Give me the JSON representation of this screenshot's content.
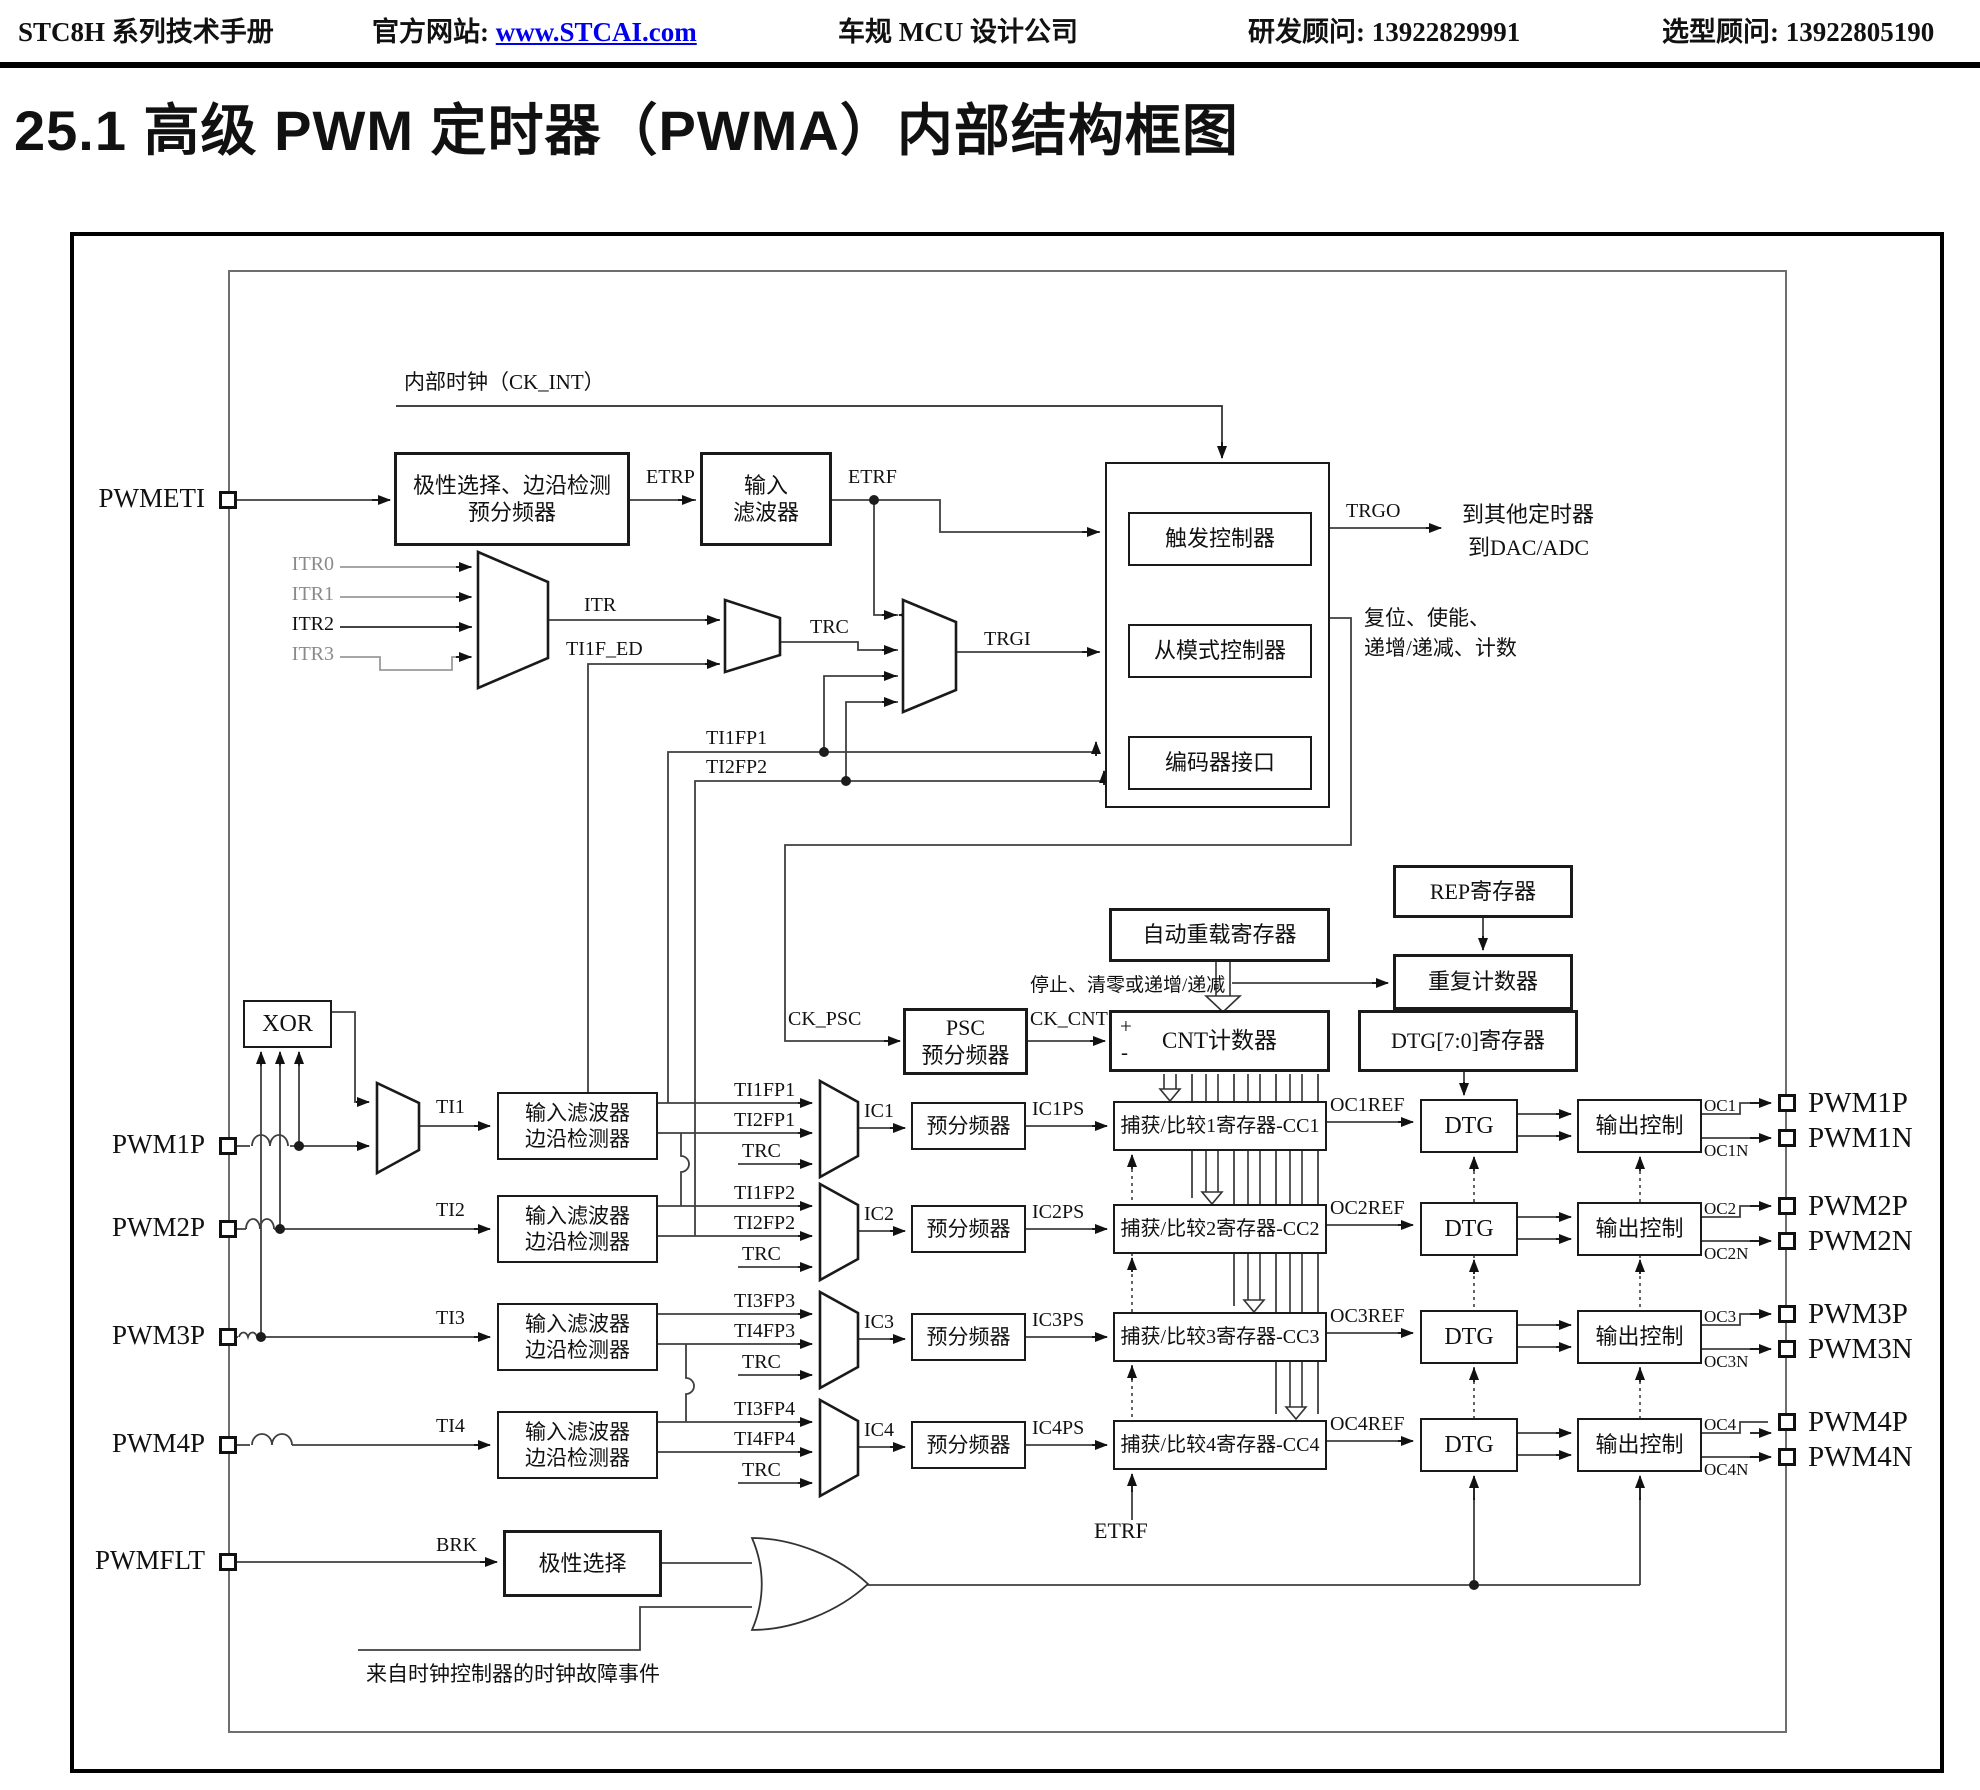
{
  "header": {
    "manual": "STC8H 系列技术手册",
    "website_label": "官方网站: ",
    "website": "www.STCAI.com",
    "company": "车规 MCU 设计公司",
    "rd_contact": "研发顾问: 13922829991",
    "sel_contact": "选型顾问: 13922805190"
  },
  "title": "25.1  高级 PWM 定时器（PWMA）内部结构框图",
  "colors": {
    "link": "#0000ee",
    "wire": "#3f3f3f",
    "gray_label": "#8a8a8a"
  },
  "ports_left": [
    "PWMETI",
    "PWM1P",
    "PWM2P",
    "PWM3P",
    "PWM4P",
    "PWMFLT"
  ],
  "top": {
    "ck_int": "内部时钟（CK_INT）",
    "polarity_l1": "极性选择、边沿检测",
    "polarity_l2": "预分频器",
    "etrp": "ETRP",
    "filter_l1": "输入",
    "filter_l2": "滤波器",
    "etrf": "ETRF",
    "itr0": "ITR0",
    "itr1": "ITR1",
    "itr2": "ITR2",
    "itr3": "ITR3",
    "itr": "ITR",
    "ti1f_ed": "TI1F_ED",
    "trc": "TRC",
    "trgi": "TRGI",
    "ti1fp1": "TI1FP1",
    "ti2fp2": "TI2FP2",
    "trigger_ctrl": "触发控制器",
    "slave_ctrl": "从模式控制器",
    "encoder_if": "编码器接口",
    "trgo": "TRGO",
    "to_timer": "到其他定时器",
    "to_dac": "到DAC/ADC",
    "reset_l1": "复位、使能、",
    "reset_l2": "递增/递减、计数"
  },
  "mid": {
    "xor": "XOR",
    "rep_reg": "REP寄存器",
    "repeat_counter": "重复计数器",
    "auto_reload": "自动重载寄存器",
    "stop_note": "停止、清零或递增/递减",
    "ck_psc": "CK_PSC",
    "psc_l1": "PSC",
    "psc_l2": "预分频器",
    "ck_cnt": "CK_CNT",
    "plus": "+",
    "minus": "-",
    "cnt": "CNT计数器",
    "dtg_reg": "DTG[7:0]寄存器",
    "etrf_bottom": "ETRF"
  },
  "channels": [
    {
      "ti": "TI1",
      "filter_l1": "输入滤波器",
      "filter_l2": "边沿检测器",
      "in1": "TI1FP1",
      "in2": "TI2FP1",
      "in3": "TRC",
      "ic": "IC1",
      "presc": "预分频器",
      "icps": "IC1PS",
      "cc": "捕获/比较1寄存器-CC1",
      "ocref": "OC1REF",
      "dtg": "DTG",
      "out": "输出控制",
      "oc": "OC1",
      "ocn": "OC1N",
      "port_p": "PWM1P",
      "port_n": "PWM1N"
    },
    {
      "ti": "TI2",
      "filter_l1": "输入滤波器",
      "filter_l2": "边沿检测器",
      "in1": "TI1FP2",
      "in2": "TI2FP2",
      "in3": "TRC",
      "ic": "IC2",
      "presc": "预分频器",
      "icps": "IC2PS",
      "cc": "捕获/比较2寄存器-CC2",
      "ocref": "OC2REF",
      "dtg": "DTG",
      "out": "输出控制",
      "oc": "OC2",
      "ocn": "OC2N",
      "port_p": "PWM2P",
      "port_n": "PWM2N"
    },
    {
      "ti": "TI3",
      "filter_l1": "输入滤波器",
      "filter_l2": "边沿检测器",
      "in1": "TI3FP3",
      "in2": "TI4FP3",
      "in3": "TRC",
      "ic": "IC3",
      "presc": "预分频器",
      "icps": "IC3PS",
      "cc": "捕获/比较3寄存器-CC3",
      "ocref": "OC3REF",
      "dtg": "DTG",
      "out": "输出控制",
      "oc": "OC3",
      "ocn": "OC3N",
      "port_p": "PWM3P",
      "port_n": "PWM3N"
    },
    {
      "ti": "TI4",
      "filter_l1": "输入滤波器",
      "filter_l2": "边沿检测器",
      "in1": "TI3FP4",
      "in2": "TI4FP4",
      "in3": "TRC",
      "ic": "IC4",
      "presc": "预分频器",
      "icps": "IC4PS",
      "cc": "捕获/比较4寄存器-CC4",
      "ocref": "OC4REF",
      "dtg": "DTG",
      "out": "输出控制",
      "oc": "OC4",
      "ocn": "OC4N",
      "port_p": "PWM4P",
      "port_n": "PWM4N"
    }
  ],
  "bottom": {
    "brk": "BRK",
    "polarity_sel": "极性选择",
    "fault_note": "来自时钟控制器的时钟故障事件"
  }
}
